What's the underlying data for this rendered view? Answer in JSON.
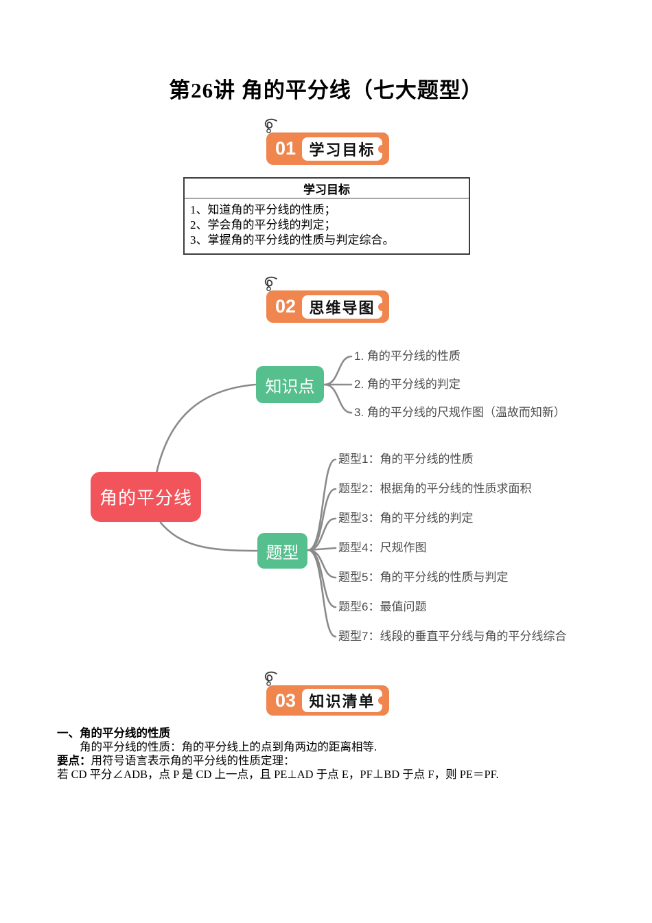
{
  "page": {
    "title": "第26讲 角的平分线（七大题型）"
  },
  "colors": {
    "badge_orange": "#F0854D",
    "root_red": "#F2545C",
    "branch_green": "#56BF8E",
    "connector_gray": "#8A8A8A",
    "leaf_text_gray": "#4D4D4D"
  },
  "badges": [
    {
      "num": "01",
      "label": "学习目标"
    },
    {
      "num": "02",
      "label": "思维导图"
    },
    {
      "num": "03",
      "label": "知识清单"
    }
  ],
  "objectives_table": {
    "header": "学习目标",
    "rows": [
      "1、知道角的平分线的性质；",
      "2、学会角的平分线的判定；",
      "3、掌握角的平分线的性质与判定综合。"
    ]
  },
  "mindmap": {
    "root": "角的平分线",
    "branches": [
      {
        "label": "知识点",
        "children": [
          "1. 角的平分线的性质",
          "2. 角的平分线的判定",
          "3. 角的平分线的尺规作图（温故而知新）"
        ]
      },
      {
        "label": "题型",
        "children": [
          "题型1：角的平分线的性质",
          "题型2：根据角的平分线的性质求面积",
          "题型3：角的平分线的判定",
          "题型4：尺规作图",
          "题型5：角的平分线的性质与判定",
          "题型6：最值问题",
          "题型7：线段的垂直平分线与角的平分线综合"
        ]
      }
    ]
  },
  "knowledge": {
    "heading": "一、角的平分线的性质",
    "property_line": "角的平分线的性质：角的平分线上的点到角两边的距离相等.",
    "point_label": "要点：",
    "point_text": "用符号语言表示角的平分线的性质定理：",
    "symbol_line": "若 CD 平分∠ADB，点 P 是 CD 上一点，且 PE⊥AD 于点 E，PF⊥BD 于点 F，则 PE＝PF."
  }
}
